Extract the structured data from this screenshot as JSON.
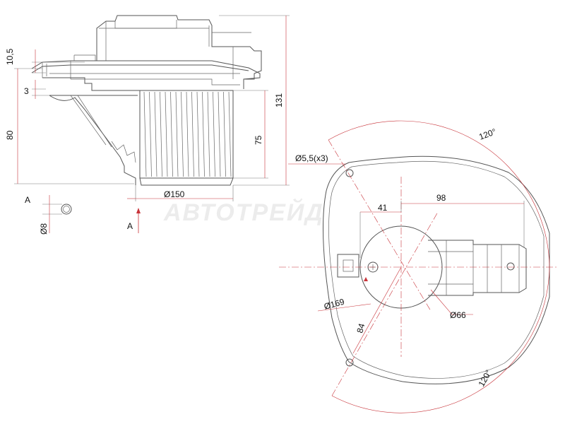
{
  "watermark": "АВТОТРЕЙД",
  "side_view": {
    "dim_10_5": "10,5",
    "dim_3": "3",
    "dim_80": "80",
    "dim_75": "75",
    "dim_131": "131",
    "dim_d150": "Ø150"
  },
  "detail_a": {
    "label": "A",
    "dim_d8": "Ø8"
  },
  "view_arrow": {
    "label": "A"
  },
  "top_view": {
    "dim_holes": "Ø5,5(x3)",
    "dim_120_top": "120°",
    "dim_120_bottom": "120°",
    "dim_98": "98",
    "dim_41": "41",
    "dim_d169": "Ø169",
    "dim_d66": "Ø66",
    "dim_84": "84"
  },
  "colors": {
    "line": "#555555",
    "dimension": "#c8343a",
    "text": "#111111"
  }
}
